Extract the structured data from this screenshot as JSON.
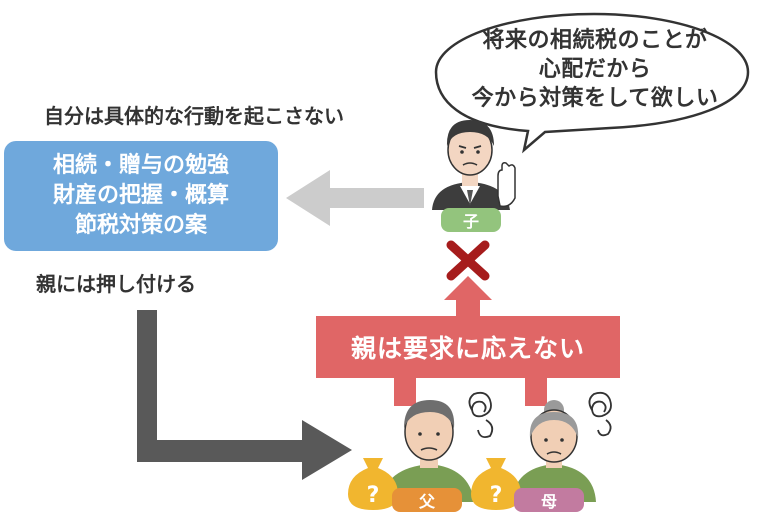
{
  "speech_bubble": {
    "lines": [
      "将来の相続税のことが",
      "心配だから",
      "今から対策をして欲しい"
    ]
  },
  "top_caption": "自分は具体的な行動を起こさない",
  "blue_box": {
    "lines": [
      "相続・贈与の勉強",
      "財産の把握・概算",
      "節税対策の案"
    ]
  },
  "bottom_caption": "親には押し付ける",
  "red_label": "親は要求に応えない",
  "labels": {
    "child": "子",
    "father": "父",
    "mother": "母"
  },
  "colors": {
    "blue_box": "#6fa8dc",
    "red": "#e06666",
    "green_badge": "#93c47d",
    "orange_badge": "#e69138",
    "pink_badge": "#c27ba0",
    "gray_arrow": "#cccccc",
    "dark_arrow": "#595959",
    "cross": "#a61c1c",
    "money_bag": "#f1b62f"
  }
}
